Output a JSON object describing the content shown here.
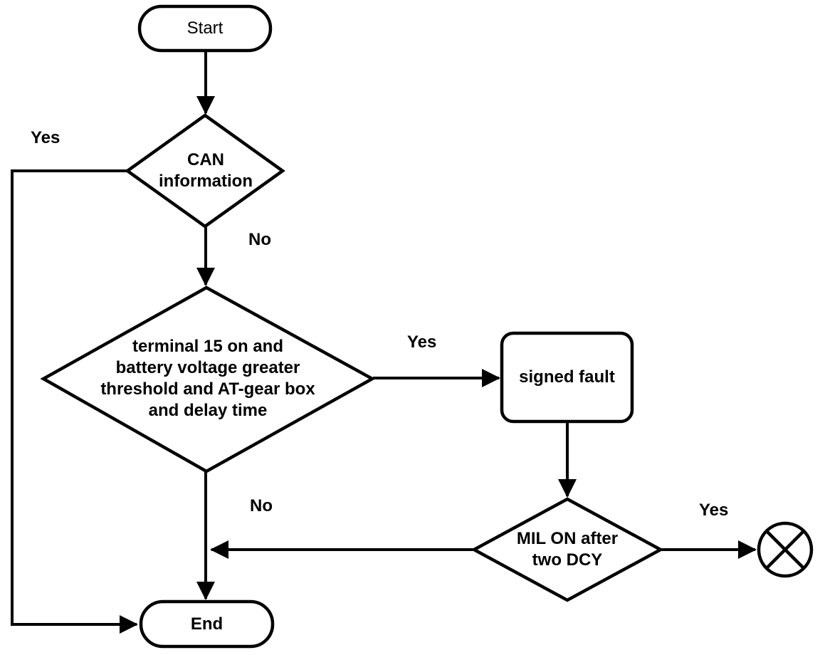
{
  "diagram": {
    "type": "flowchart",
    "colors": {
      "stroke": "#000000",
      "background": "#ffffff",
      "text": "#000000"
    },
    "nodes": {
      "start": {
        "type": "terminator",
        "label": "Start"
      },
      "can_information": {
        "type": "decision",
        "label": "CAN\ninformation"
      },
      "condition_check": {
        "type": "decision",
        "label": "terminal 15 on and\nbattery voltage greater\nthreshold and AT-gear box\nand delay time"
      },
      "signed_fault": {
        "type": "process",
        "label": "signed fault"
      },
      "mil_on": {
        "type": "decision",
        "label": "MIL ON after\ntwo DCY"
      },
      "crossed_circle_connector": {
        "type": "connector",
        "label": ""
      },
      "end": {
        "type": "terminator",
        "label": "End"
      }
    },
    "edge_labels": {
      "can_yes": "Yes",
      "can_no": "No",
      "condition_yes": "Yes",
      "condition_no": "No",
      "mil_yes": "Yes"
    }
  }
}
